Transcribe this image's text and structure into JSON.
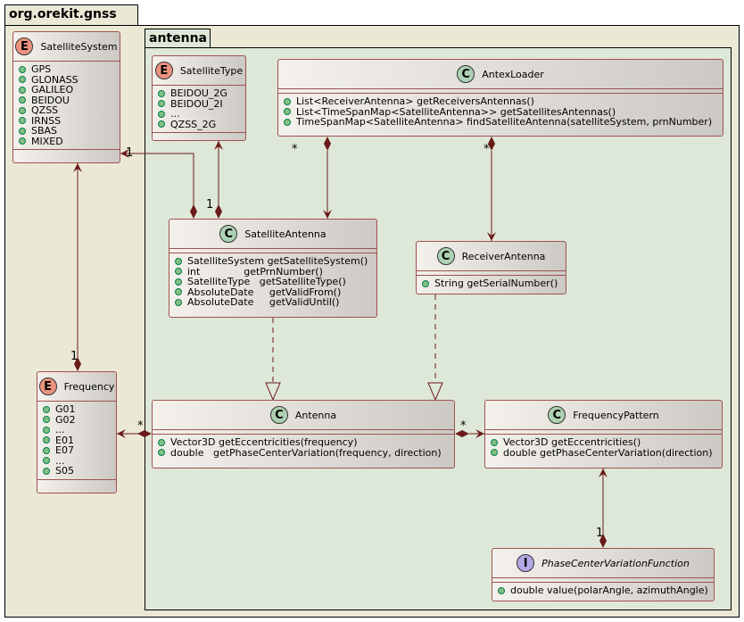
{
  "packages": {
    "outer": "org.orekit.gnss",
    "inner": "antenna"
  },
  "classes": {
    "satellite_system": {
      "name": "SatelliteSystem",
      "stereotype": "E",
      "members": [
        "GPS",
        "GLONASS",
        "GALILEO",
        "BEIDOU",
        "QZSS",
        "IRNSS",
        "SBAS",
        "MIXED"
      ]
    },
    "satellite_type": {
      "name": "SatelliteType",
      "stereotype": "E",
      "members": [
        "BEIDOU_2G",
        "BEIDOU_2I",
        "...",
        "QZSS_2G"
      ]
    },
    "antex_loader": {
      "name": "AntexLoader",
      "stereotype": "C",
      "members": [
        "List<ReceiverAntenna> getReceiversAntennas()",
        "List<TimeSpanMap<SatelliteAntenna>> getSatellitesAntennas()",
        "TimeSpanMap<SatelliteAntenna> findSatelliteAntenna(satelliteSystem, prnNumber)"
      ]
    },
    "satellite_antenna": {
      "name": "SatelliteAntenna",
      "stereotype": "C",
      "members": [
        "SatelliteSystem getSatelliteSystem()",
        "int              getPrnNumber()",
        "SatelliteType   getSatelliteType()",
        "AbsoluteDate     getValidFrom()",
        "AbsoluteDate     getValidUntil()"
      ]
    },
    "receiver_antenna": {
      "name": "ReceiverAntenna",
      "stereotype": "C",
      "members": [
        "String getSerialNumber()"
      ]
    },
    "frequency": {
      "name": "Frequency",
      "stereotype": "E",
      "members": [
        "G01",
        "G02",
        "...",
        "E01",
        "E07",
        "...",
        "S05"
      ]
    },
    "antenna": {
      "name": "Antenna",
      "stereotype": "C",
      "members": [
        "Vector3D getEccentricities(frequency)",
        "double   getPhaseCenterVariation(frequency, direction)"
      ]
    },
    "frequency_pattern": {
      "name": "FrequencyPattern",
      "stereotype": "C",
      "members": [
        "Vector3D getEccentricities()",
        "double getPhaseCenterVariation(direction)"
      ]
    },
    "pcv_function": {
      "name": "PhaseCenterVariationFunction",
      "stereotype": "I",
      "members": [
        "double value(polarAngle, azimuthAngle)"
      ]
    }
  },
  "multiplicities": {
    "sa_system": "1",
    "sa_type": "1",
    "loader_sat": "*",
    "loader_rec": "*",
    "freq_system": "1",
    "antenna_freq": "*",
    "antenna_pattern": "*",
    "pcv_pattern": "1"
  },
  "colors": {
    "edge": "#6b1a1a",
    "enum": "#eb937f",
    "class": "#add1b2",
    "interface": "#b4a7e5",
    "outer_pkg": "#ebe8d6",
    "inner_pkg": "#dee8d8"
  }
}
